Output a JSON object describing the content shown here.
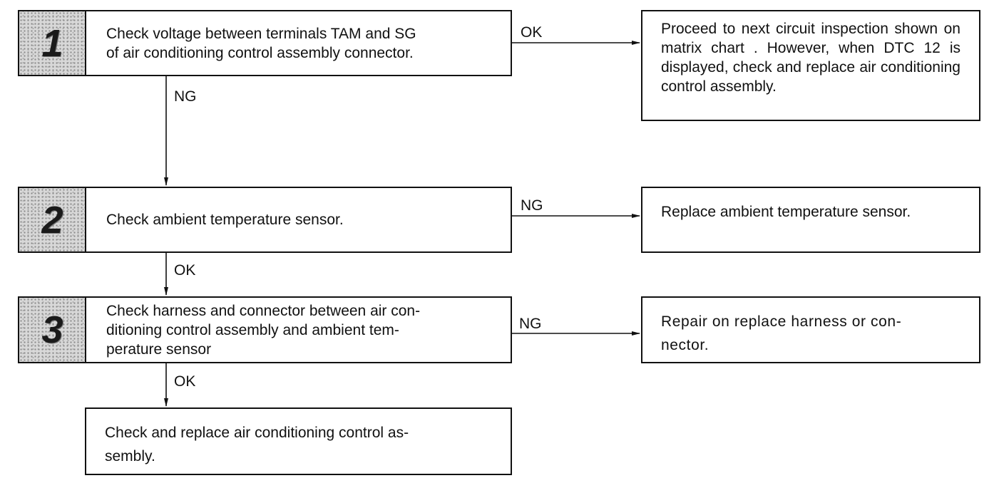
{
  "steps": [
    {
      "number": "1",
      "text": "Check voltage between terminals TAM and SG of air conditioning control assembly connector."
    },
    {
      "number": "2",
      "text": "Check ambient temperature sensor."
    },
    {
      "number": "3",
      "text": "Check harness and connector between air conditioning control assembly and ambient temperature sensor"
    }
  ],
  "steps_display": {
    "step1": "Check voltage between terminals TAM and SG\nof air conditioning control assembly connector.",
    "step3": "Check harness and connector between air con-\nditioning control assembly and ambient tem-\nperature sensor"
  },
  "results": {
    "step1_ok": "Proceed to next circuit inspection shown on matrix chart . However, when DTC 12 is displayed, check and replace air conditioning control assembly.",
    "step2_ng": "Replace ambient temperature sensor.",
    "step3_ng": "Repair on replace harness or con-\nnector.",
    "final": "Check and replace air conditioning control as-\nsembly."
  },
  "connector_labels": {
    "step1_right": "OK",
    "step1_down": "NG",
    "step2_right": "NG",
    "step2_down": "OK",
    "step3_right": "NG",
    "step3_down": "OK"
  },
  "colors": {
    "line": "#111111",
    "number_cell_bg": "#d8d8d8"
  }
}
